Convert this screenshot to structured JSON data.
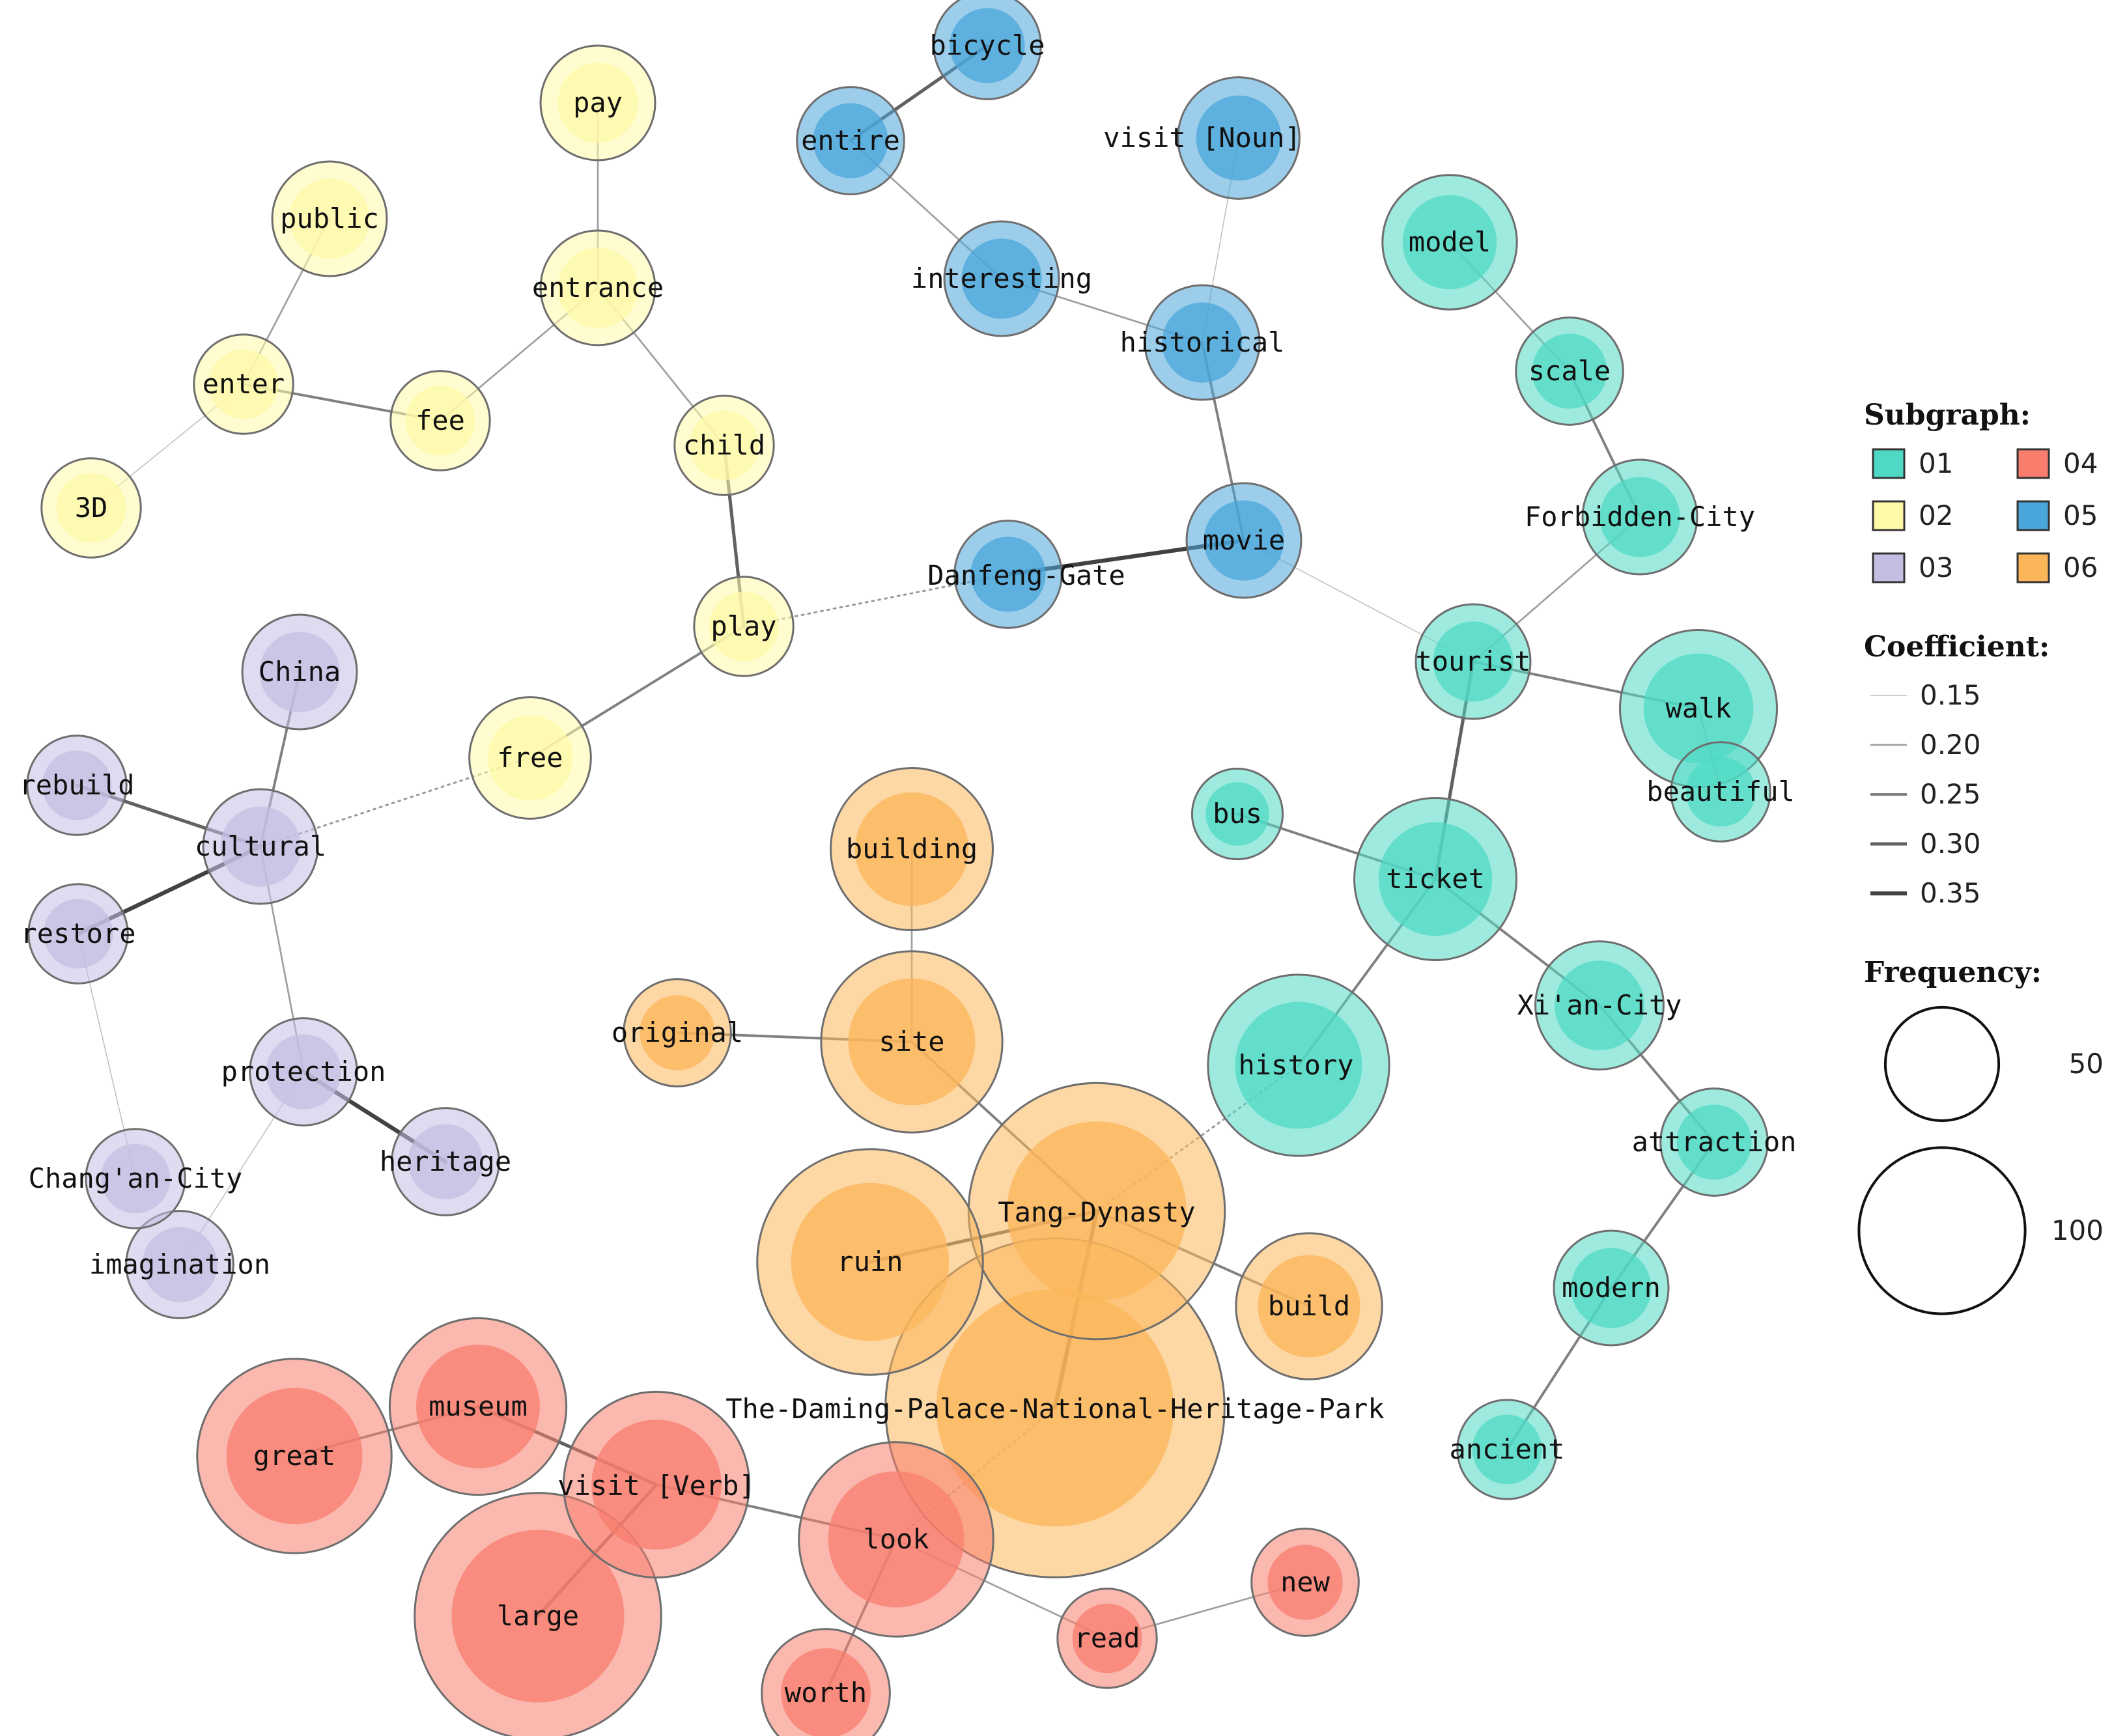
{
  "nodes": [
    {
      "id": "bicycle",
      "label": "bicycle",
      "group": "05",
      "freq": 14
    },
    {
      "id": "entire",
      "label": "entire",
      "group": "05",
      "freq": 14
    },
    {
      "id": "visit_noun",
      "label": "visit [Noun]",
      "group": "05",
      "freq": 18
    },
    {
      "id": "interesting",
      "label": "interesting",
      "group": "05",
      "freq": 16
    },
    {
      "id": "historical",
      "label": "historical",
      "group": "05",
      "freq": 16
    },
    {
      "id": "movie",
      "label": "movie",
      "group": "05",
      "freq": 16
    },
    {
      "id": "danfeng",
      "label": "Danfeng-Gate",
      "group": "05",
      "freq": 14
    },
    {
      "id": "pay",
      "label": "pay",
      "group": "02",
      "freq": 16
    },
    {
      "id": "public",
      "label": "public",
      "group": "02",
      "freq": 16
    },
    {
      "id": "entrance",
      "label": "entrance",
      "group": "02",
      "freq": 16
    },
    {
      "id": "enter",
      "label": "enter",
      "group": "02",
      "freq": 12
    },
    {
      "id": "fee",
      "label": "fee",
      "group": "02",
      "freq": 12
    },
    {
      "id": "child",
      "label": "child",
      "group": "02",
      "freq": 12
    },
    {
      "id": "3d",
      "label": "3D",
      "group": "02",
      "freq": 12
    },
    {
      "id": "play",
      "label": "play",
      "group": "02",
      "freq": 12
    },
    {
      "id": "free",
      "label": "free",
      "group": "02",
      "freq": 18
    },
    {
      "id": "model",
      "label": "model",
      "group": "01",
      "freq": 22
    },
    {
      "id": "scale",
      "label": "scale",
      "group": "01",
      "freq": 14
    },
    {
      "id": "forbidden",
      "label": "Forbidden-City",
      "group": "01",
      "freq": 16
    },
    {
      "id": "tourist",
      "label": "tourist",
      "group": "01",
      "freq": 16
    },
    {
      "id": "walk",
      "label": "walk",
      "group": "01",
      "freq": 30
    },
    {
      "id": "beautiful",
      "label": "beautiful",
      "group": "01",
      "freq": 12
    },
    {
      "id": "bus",
      "label": "bus",
      "group": "01",
      "freq": 10
    },
    {
      "id": "ticket",
      "label": "ticket",
      "group": "01",
      "freq": 32
    },
    {
      "id": "history",
      "label": "history",
      "group": "01",
      "freq": 40
    },
    {
      "id": "xian",
      "label": "Xi'an-City",
      "group": "01",
      "freq": 20
    },
    {
      "id": "attraction",
      "label": "attraction",
      "group": "01",
      "freq": 14
    },
    {
      "id": "modern",
      "label": "modern",
      "group": "01",
      "freq": 16
    },
    {
      "id": "ancient",
      "label": "ancient",
      "group": "01",
      "freq": 12
    },
    {
      "id": "china",
      "label": "China",
      "group": "03",
      "freq": 16
    },
    {
      "id": "rebuild",
      "label": "rebuild",
      "group": "03",
      "freq": 12
    },
    {
      "id": "cultural",
      "label": "cultural",
      "group": "03",
      "freq": 16
    },
    {
      "id": "restore",
      "label": "restore",
      "group": "03",
      "freq": 12
    },
    {
      "id": "protection",
      "label": "protection",
      "group": "03",
      "freq": 14
    },
    {
      "id": "heritage",
      "label": "heritage",
      "group": "03",
      "freq": 14
    },
    {
      "id": "changan",
      "label": "Chang'an-City",
      "group": "03",
      "freq": 12
    },
    {
      "id": "imagination",
      "label": "imagination",
      "group": "03",
      "freq": 14
    },
    {
      "id": "building",
      "label": "building",
      "group": "06",
      "freq": 32
    },
    {
      "id": "original",
      "label": "original",
      "group": "06",
      "freq": 14
    },
    {
      "id": "site",
      "label": "site",
      "group": "06",
      "freq": 40
    },
    {
      "id": "tang",
      "label": "Tang-Dynasty",
      "group": "06",
      "freq": 80
    },
    {
      "id": "ruin",
      "label": "ruin",
      "group": "06",
      "freq": 62
    },
    {
      "id": "build",
      "label": "build",
      "group": "06",
      "freq": 26
    },
    {
      "id": "daming",
      "label": "The-Daming-Palace-National-Heritage-Park",
      "group": "06",
      "freq": 140
    },
    {
      "id": "museum",
      "label": "museum",
      "group": "04",
      "freq": 38
    },
    {
      "id": "great",
      "label": "great",
      "group": "04",
      "freq": 46
    },
    {
      "id": "visit_verb",
      "label": "visit [Verb]",
      "group": "04",
      "freq": 42
    },
    {
      "id": "look",
      "label": "look",
      "group": "04",
      "freq": 46
    },
    {
      "id": "large",
      "label": "large",
      "group": "04",
      "freq": 74
    },
    {
      "id": "read",
      "label": "read",
      "group": "04",
      "freq": 12
    },
    {
      "id": "new",
      "label": "new",
      "group": "04",
      "freq": 14
    },
    {
      "id": "worth",
      "label": "worth",
      "group": "04",
      "freq": 20
    }
  ],
  "edges": [
    {
      "source": "bicycle",
      "target": "entire",
      "coef": 0.3
    },
    {
      "source": "entire",
      "target": "interesting",
      "coef": 0.2
    },
    {
      "source": "interesting",
      "target": "historical",
      "coef": 0.2
    },
    {
      "source": "visit_noun",
      "target": "historical",
      "coef": 0.15
    },
    {
      "source": "historical",
      "target": "movie",
      "coef": 0.25
    },
    {
      "source": "movie",
      "target": "danfeng",
      "coef": 0.35
    },
    {
      "source": "movie",
      "target": "tourist",
      "coef": 0.15
    },
    {
      "source": "danfeng",
      "target": "play",
      "coef": 0.15,
      "dotted": true
    },
    {
      "source": "pay",
      "target": "entrance",
      "coef": 0.2
    },
    {
      "source": "entrance",
      "target": "fee",
      "coef": 0.2
    },
    {
      "source": "entrance",
      "target": "child",
      "coef": 0.2
    },
    {
      "source": "public",
      "target": "enter",
      "coef": 0.2
    },
    {
      "source": "enter",
      "target": "fee",
      "coef": 0.25
    },
    {
      "source": "enter",
      "target": "3d",
      "coef": 0.15
    },
    {
      "source": "child",
      "target": "play",
      "coef": 0.3
    },
    {
      "source": "play",
      "target": "free",
      "coef": 0.25
    },
    {
      "source": "free",
      "target": "cultural",
      "coef": 0.15,
      "dotted": true
    },
    {
      "source": "model",
      "target": "scale",
      "coef": 0.2
    },
    {
      "source": "scale",
      "target": "forbidden",
      "coef": 0.25
    },
    {
      "source": "forbidden",
      "target": "tourist",
      "coef": 0.2
    },
    {
      "source": "tourist",
      "target": "walk",
      "coef": 0.25
    },
    {
      "source": "walk",
      "target": "beautiful",
      "coef": 0.2
    },
    {
      "source": "tourist",
      "target": "ticket",
      "coef": 0.3
    },
    {
      "source": "bus",
      "target": "ticket",
      "coef": 0.25
    },
    {
      "source": "ticket",
      "target": "history",
      "coef": 0.25
    },
    {
      "source": "ticket",
      "target": "xian",
      "coef": 0.25
    },
    {
      "source": "xian",
      "target": "attraction",
      "coef": 0.25
    },
    {
      "source": "attraction",
      "target": "modern",
      "coef": 0.25
    },
    {
      "source": "modern",
      "target": "ancient",
      "coef": 0.25
    },
    {
      "source": "history",
      "target": "tang",
      "coef": 0.15,
      "dotted": true
    },
    {
      "source": "china",
      "target": "cultural",
      "coef": 0.25
    },
    {
      "source": "rebuild",
      "target": "cultural",
      "coef": 0.3
    },
    {
      "source": "restore",
      "target": "cultural",
      "coef": 0.35
    },
    {
      "source": "cultural",
      "target": "protection",
      "coef": 0.2
    },
    {
      "source": "protection",
      "target": "heritage",
      "coef": 0.35
    },
    {
      "source": "protection",
      "target": "imagination",
      "coef": 0.15
    },
    {
      "source": "restore",
      "target": "changan",
      "coef": 0.15
    },
    {
      "source": "building",
      "target": "site",
      "coef": 0.2
    },
    {
      "source": "original",
      "target": "site",
      "coef": 0.25
    },
    {
      "source": "site",
      "target": "tang",
      "coef": 0.25
    },
    {
      "source": "ruin",
      "target": "tang",
      "coef": 0.3
    },
    {
      "source": "tang",
      "target": "build",
      "coef": 0.25
    },
    {
      "source": "tang",
      "target": "daming",
      "coef": 0.35
    },
    {
      "source": "daming",
      "target": "look",
      "coef": 0.15,
      "dotted": true
    },
    {
      "source": "museum",
      "target": "great",
      "coef": 0.25
    },
    {
      "source": "museum",
      "target": "visit_verb",
      "coef": 0.3
    },
    {
      "source": "visit_verb",
      "target": "large",
      "coef": 0.3
    },
    {
      "source": "visit_verb",
      "target": "look",
      "coef": 0.25
    },
    {
      "source": "look",
      "target": "worth",
      "coef": 0.25
    },
    {
      "source": "look",
      "target": "read",
      "coef": 0.2
    },
    {
      "source": "read",
      "target": "new",
      "coef": 0.2
    }
  ],
  "legend": {
    "subgraph_title": "Subgraph:",
    "subgraphs": [
      {
        "id": "01",
        "label": "01",
        "color": "#4fd9c4"
      },
      {
        "id": "02",
        "label": "02",
        "color": "#fffaa8"
      },
      {
        "id": "03",
        "label": "03",
        "color": "#c3bfe3"
      },
      {
        "id": "04",
        "label": "04",
        "color": "#f87d6d"
      },
      {
        "id": "05",
        "label": "05",
        "color": "#4aa6da"
      },
      {
        "id": "06",
        "label": "06",
        "color": "#fcb65a"
      }
    ],
    "coefficient_title": "Coefficient:",
    "coefficients": [
      {
        "label": "0.15",
        "value": 0.15
      },
      {
        "label": "0.20",
        "value": 0.2
      },
      {
        "label": "0.25",
        "value": 0.25
      },
      {
        "label": "0.30",
        "value": 0.3
      },
      {
        "label": "0.35",
        "value": 0.35
      }
    ],
    "frequency_title": "Frequency:",
    "frequencies": [
      {
        "label": "50",
        "value": 50
      },
      {
        "label": "100",
        "value": 100
      }
    ]
  }
}
